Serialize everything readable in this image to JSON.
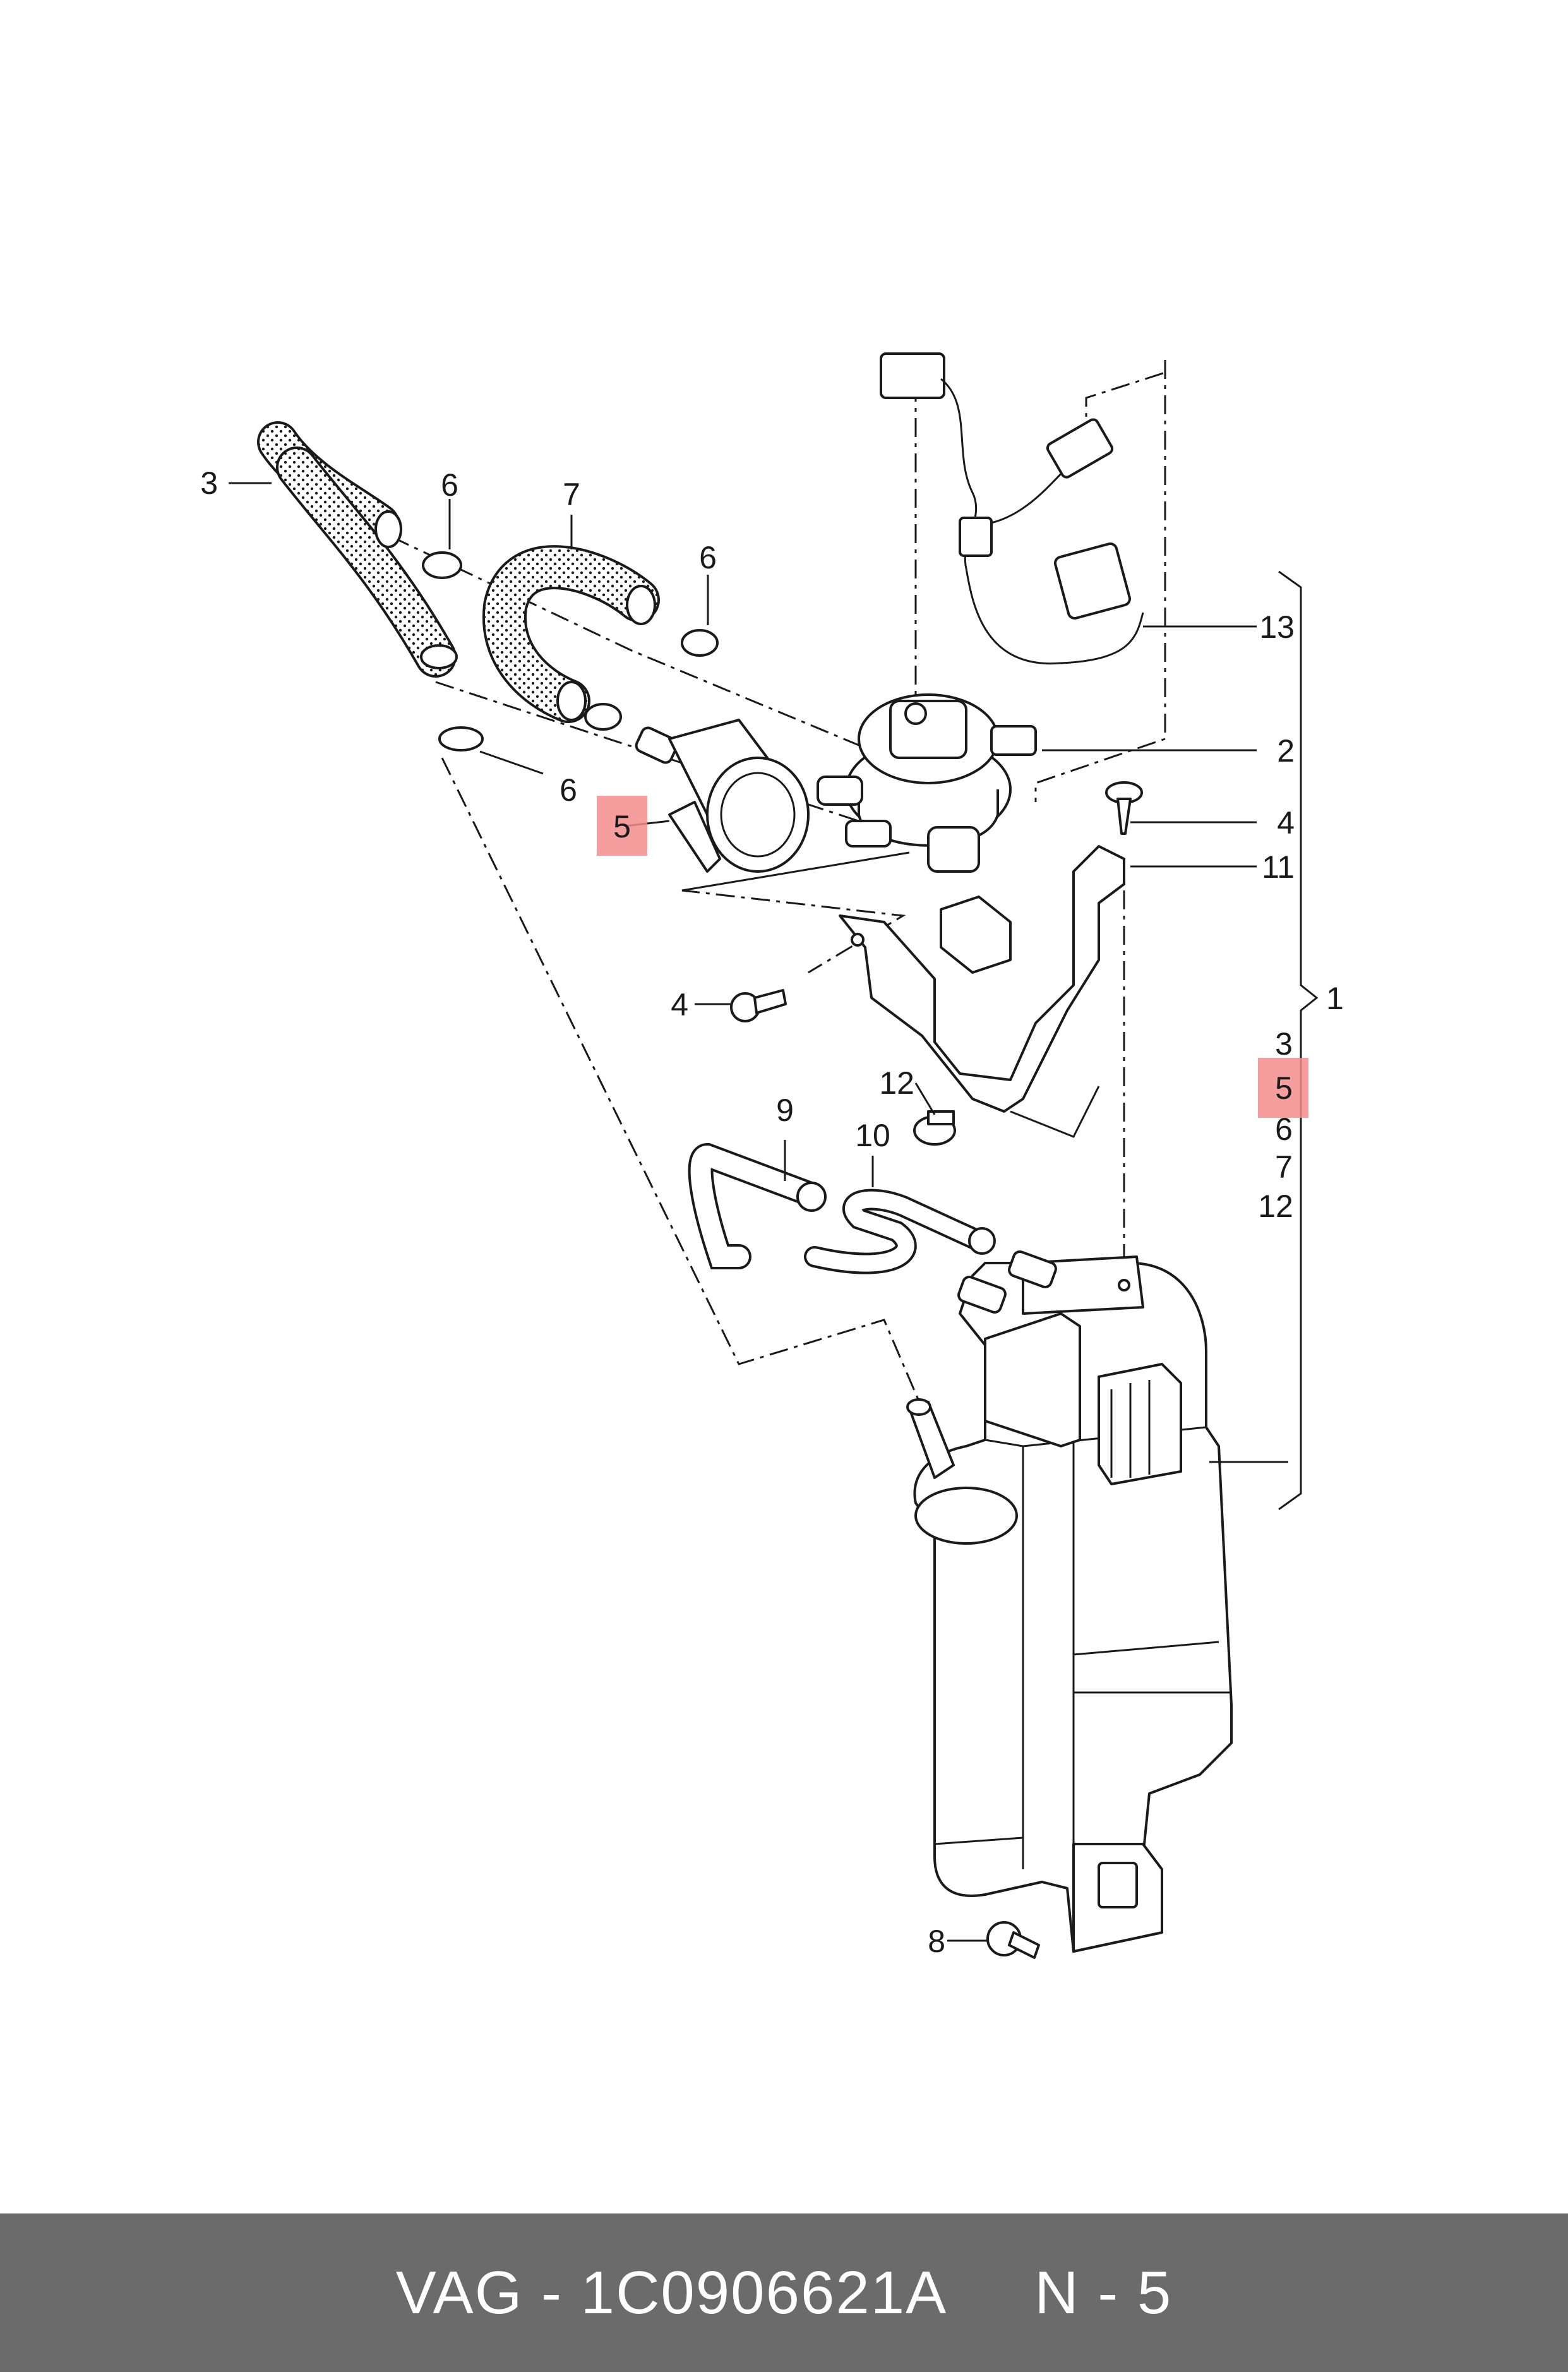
{
  "diagram": {
    "callouts": {
      "c1": "1",
      "c2": "2",
      "c3": "3",
      "c4a": "4",
      "c4b": "4",
      "c5": "5",
      "c6a": "6",
      "c6b": "6",
      "c6c": "6",
      "c7": "7",
      "c8": "8",
      "c9": "9",
      "c10": "10",
      "c11": "11",
      "c12": "12",
      "c13": "13"
    },
    "bracket_list": [
      "3",
      "5",
      "6",
      "7",
      "12"
    ],
    "highlight_color": "#f48c8c"
  },
  "footer": {
    "brand": "VAG",
    "separator": "-",
    "part_number": "1C0906621A",
    "code_letter": "N",
    "code_number": "5"
  }
}
